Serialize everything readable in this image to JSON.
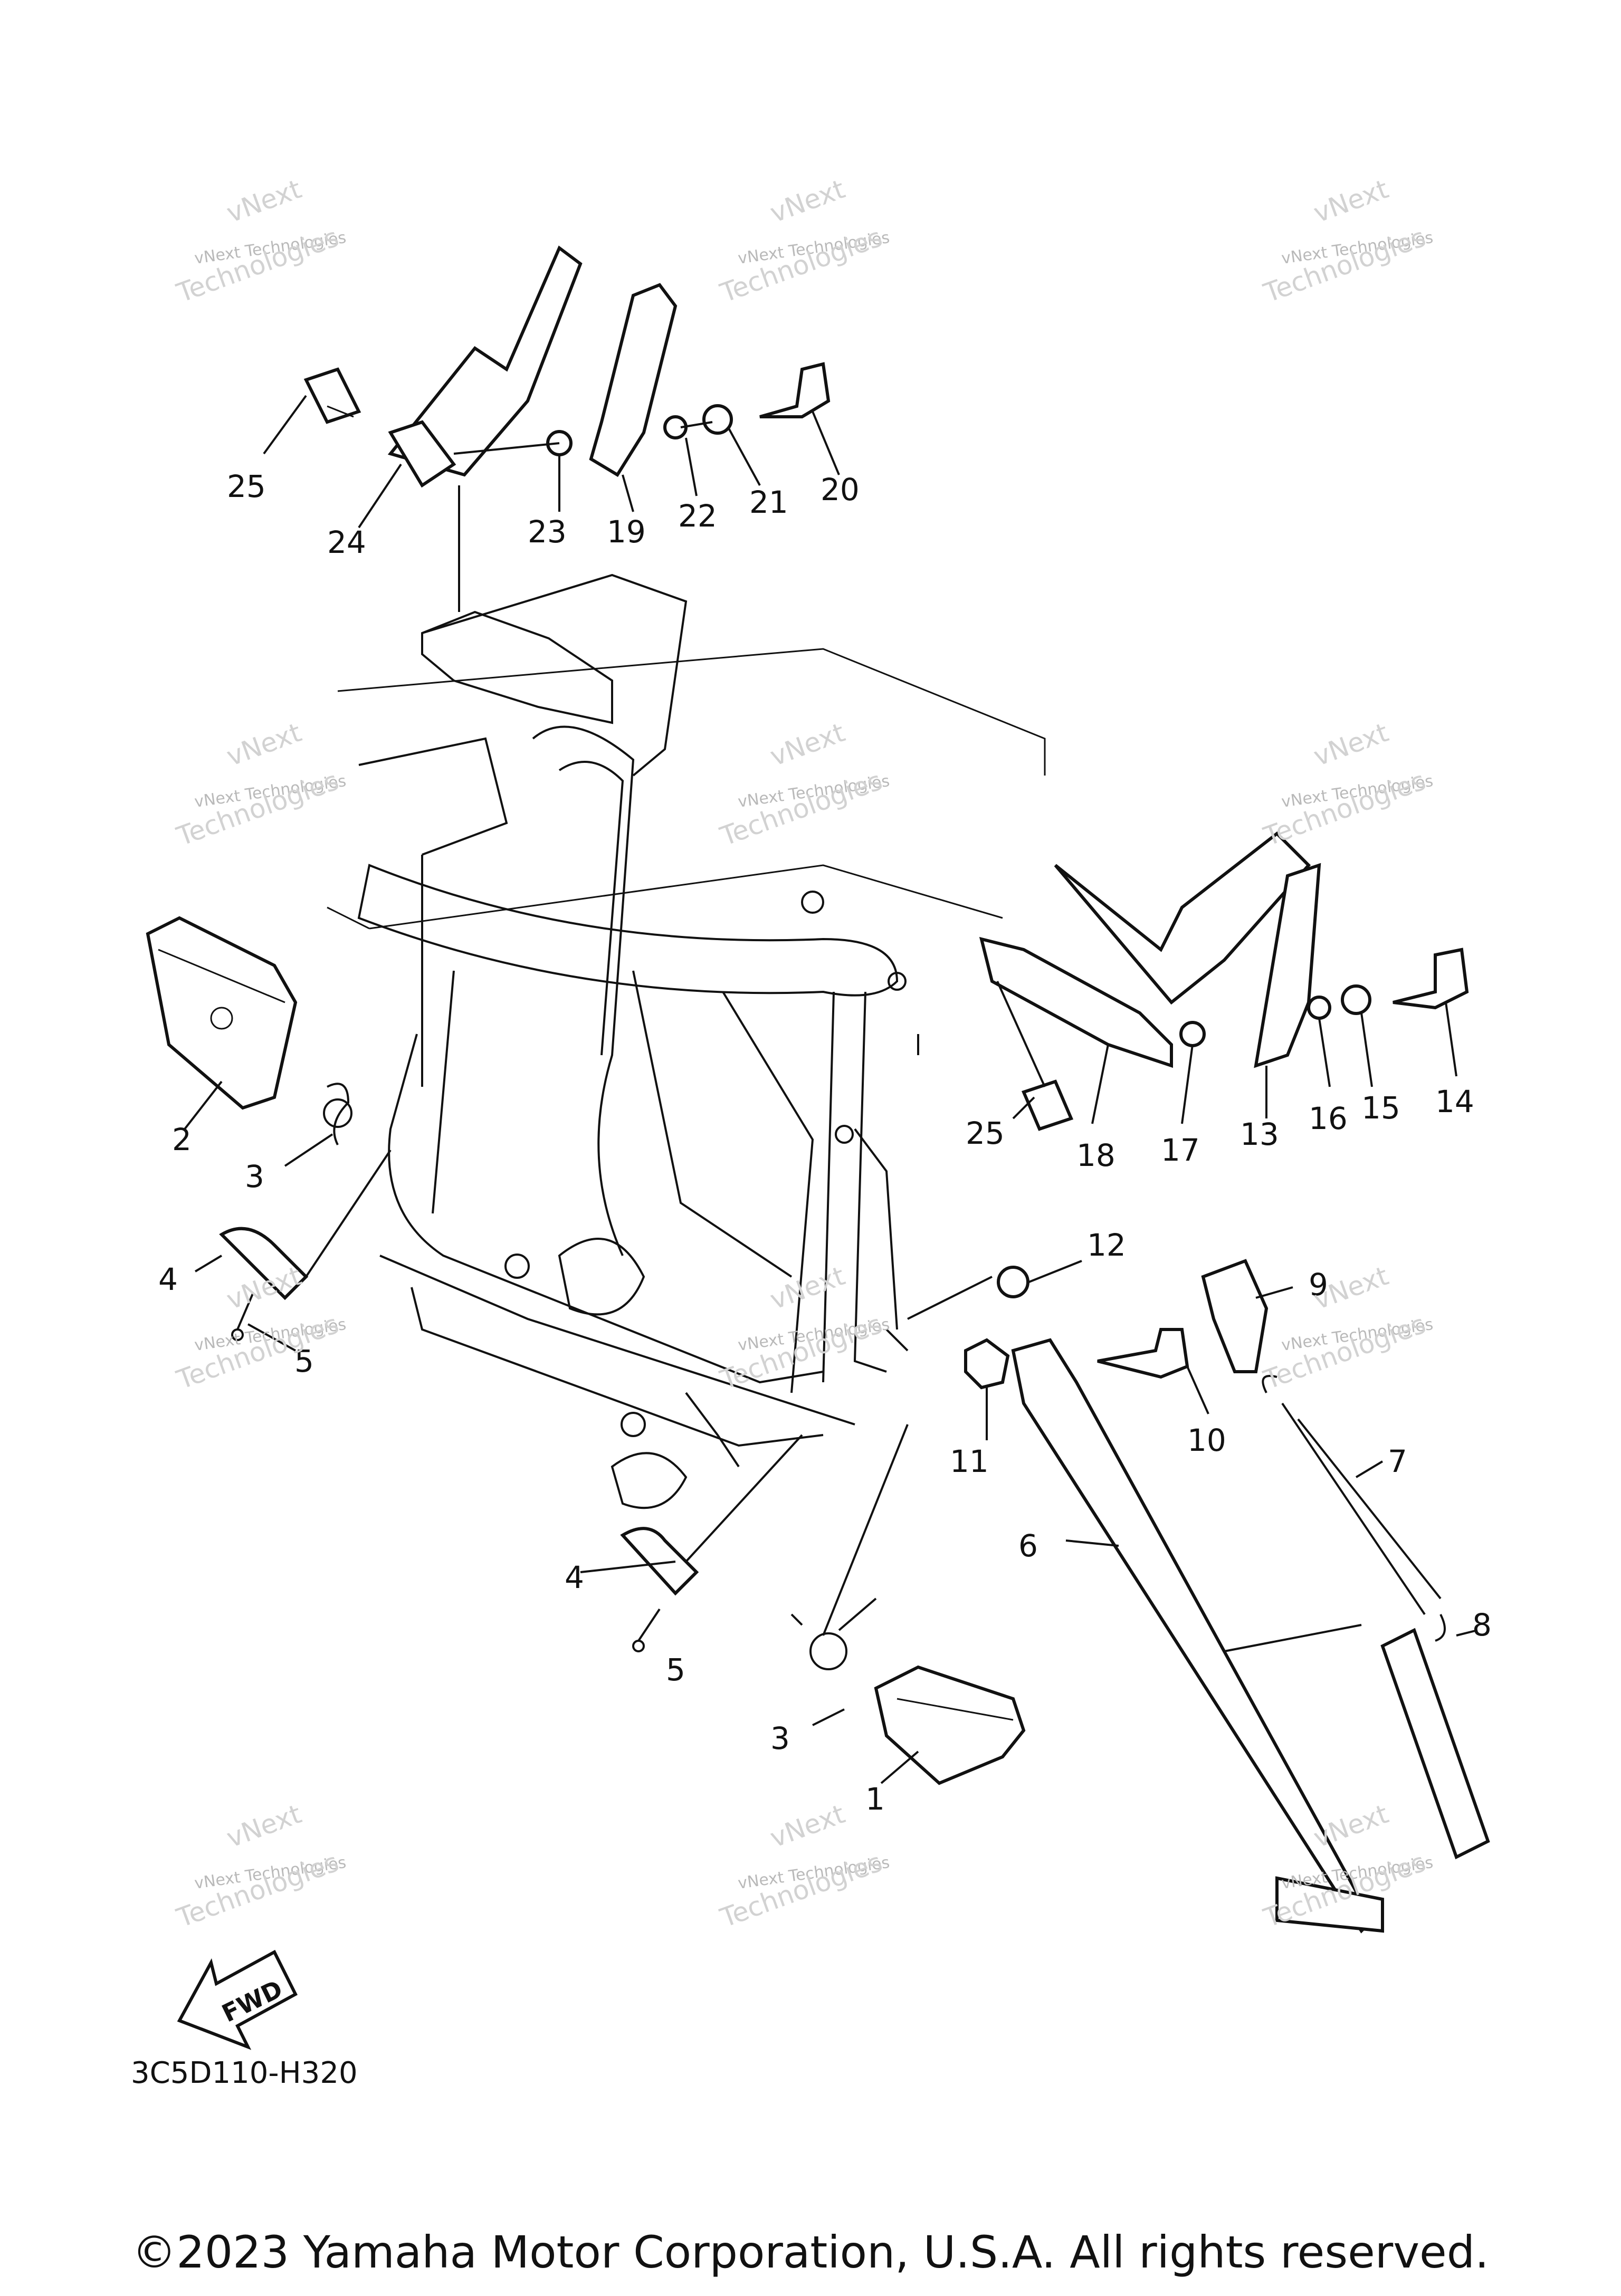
{
  "diagram_code": "3C5D110-H320",
  "fwd_label": "FWD",
  "copyright": "©2023 Yamaha Motor Corporation, U.S.A. All rights reserved.",
  "watermark": {
    "line1": "vNext Technologies",
    "line2": "vNext",
    "line3": "Technologies"
  },
  "callouts": [
    {
      "label": "25"
    },
    {
      "label": "24"
    },
    {
      "label": "23"
    },
    {
      "label": "19"
    },
    {
      "label": "22"
    },
    {
      "label": "21"
    },
    {
      "label": "20"
    },
    {
      "label": "2"
    },
    {
      "label": "3"
    },
    {
      "label": "4"
    },
    {
      "label": "5"
    },
    {
      "label": "25"
    },
    {
      "label": "18"
    },
    {
      "label": "17"
    },
    {
      "label": "13"
    },
    {
      "label": "16"
    },
    {
      "label": "15"
    },
    {
      "label": "14"
    },
    {
      "label": "12"
    },
    {
      "label": "9"
    },
    {
      "label": "11"
    },
    {
      "label": "10"
    },
    {
      "label": "7"
    },
    {
      "label": "6"
    },
    {
      "label": "8"
    },
    {
      "label": "4"
    },
    {
      "label": "5"
    },
    {
      "label": "3"
    },
    {
      "label": "1"
    }
  ]
}
